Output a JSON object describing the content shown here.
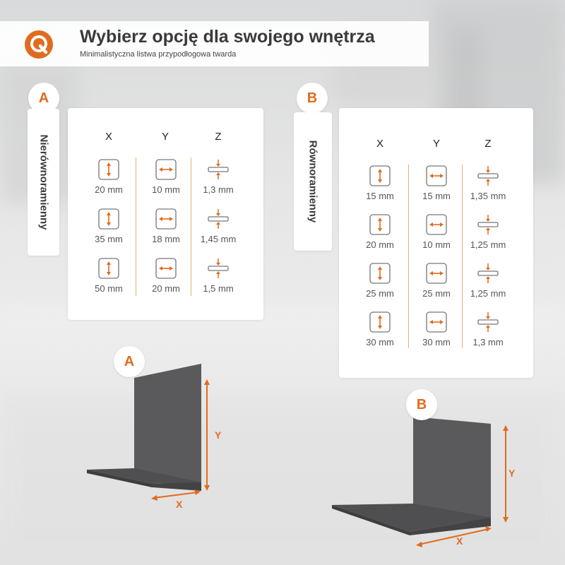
{
  "header": {
    "title": "Wybierz opcję dla swojego wnętrza",
    "subtitle": "Minimalistyczna listwa przypodłogowa twarda",
    "logo_icon": "q-logo-icon"
  },
  "colors": {
    "accent": "#e06b1f",
    "profile": "#5a5a5c",
    "text": "#3a3a3a"
  },
  "option_a": {
    "badge": "A",
    "name": "Nierównoramienny",
    "columns": [
      "X",
      "Y",
      "Z"
    ],
    "rows": [
      {
        "x": "20 mm",
        "y": "10 mm",
        "z": "1,3 mm"
      },
      {
        "x": "35 mm",
        "y": "18 mm",
        "z": "1,45 mm"
      },
      {
        "x": "50 mm",
        "y": "20 mm",
        "z": "1,5 mm"
      }
    ]
  },
  "option_b": {
    "badge": "B",
    "name": "Równoramienny",
    "columns": [
      "X",
      "Y",
      "Z"
    ],
    "rows": [
      {
        "x": "15 mm",
        "y": "15 mm",
        "z": "1,35 mm"
      },
      {
        "x": "20 mm",
        "y": "10 mm",
        "z": "1,25 mm"
      },
      {
        "x": "25 mm",
        "y": "25 mm",
        "z": "1,25 mm"
      },
      {
        "x": "30 mm",
        "y": "30 mm",
        "z": "1,3 mm"
      }
    ]
  },
  "diagram_a": {
    "badge": "A",
    "label_x": "X",
    "label_y": "Y"
  },
  "diagram_b": {
    "badge": "B",
    "label_x": "X",
    "label_y": "Y"
  }
}
